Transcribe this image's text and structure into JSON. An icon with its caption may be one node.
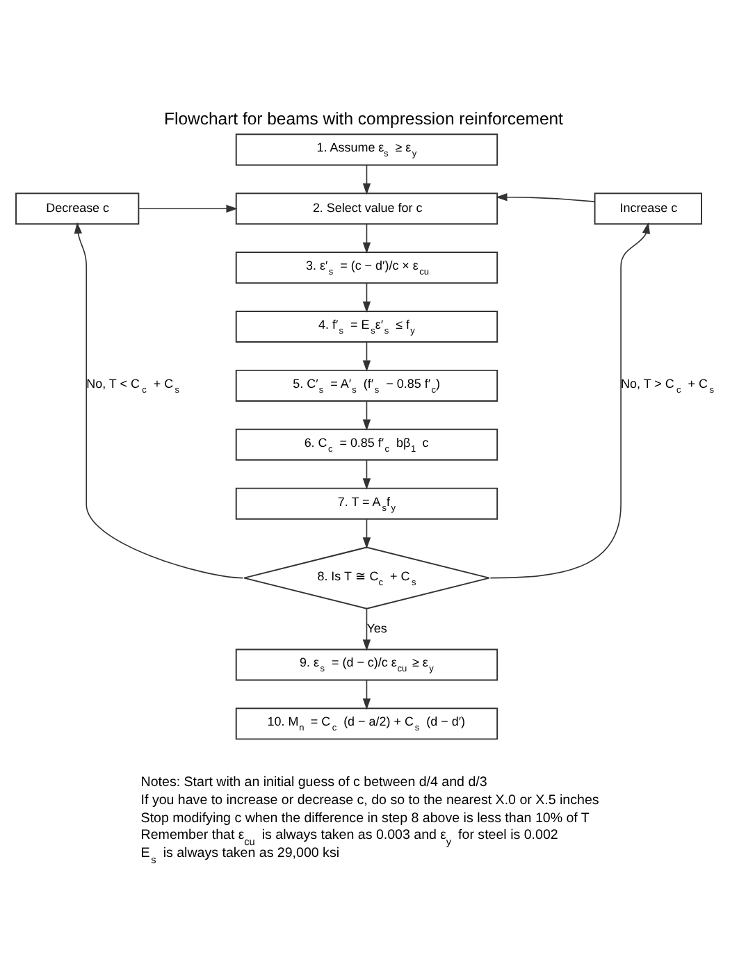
{
  "diagram": {
    "title": "Flowchart for beams with compression reinforcement",
    "nodes": [
      {
        "text": [
          "1. Assume ε$_{s}$ ≥ ε$_{y}$"
        ]
      },
      {
        "text": [
          "2. Select value for c"
        ]
      },
      {
        "text": [
          "Decrease c"
        ]
      },
      {
        "text": [
          "Increase c"
        ]
      },
      {
        "text": [
          "3. ε′$_{s}$ = (c − d′)/c × ε$_{cu}$"
        ]
      },
      {
        "text": [
          "4. f′$_{s}$ = E$_{s}$ε′$_{s}$ ≤ f$_{y}$"
        ]
      },
      {
        "text": [
          "5. C′$_{s}$ = A′$_{s}$ (f′$_{s}$ − 0.85 f′$_{c}$)"
        ]
      },
      {
        "text": [
          "6. C$_{c}$ = 0.85 f′$_{c}$ bβ$_{1}$ c"
        ]
      },
      {
        "text": [
          "7. T = A$_{s}$f$_{y}$"
        ]
      },
      {
        "text": [
          "8. Is T ≅ C$_{c}$ + C$_{s}$"
        ]
      },
      {
        "text": [
          "9. ε$_{s}$ = (d − c)/c ε$_{cu}$ ≥ ε$_{y}$"
        ]
      },
      {
        "text": [
          "10. M$_{n}$ = C$_{c}$ (d − a/2) + C$_{s}$ (d − d′)"
        ]
      }
    ],
    "edges": [
      {
        "from": 0,
        "to": 1,
        "arrow": "to"
      },
      {
        "from": 2,
        "to": 1,
        "arrow": "to"
      },
      {
        "from": 3,
        "to": 1,
        "arrow": "to"
      },
      {
        "from": 1,
        "to": 4,
        "arrow": "to"
      },
      {
        "from": 4,
        "to": 5,
        "arrow": "to"
      },
      {
        "from": 5,
        "to": 6,
        "arrow": "to"
      },
      {
        "from": 6,
        "to": 7,
        "arrow": "to"
      },
      {
        "from": 7,
        "to": 8,
        "arrow": "to"
      },
      {
        "from": 8,
        "to": 9,
        "arrow": "to"
      },
      {
        "from": 9,
        "to": 2,
        "arrow": "to",
        "label": "No, T < C$_{c}$ + C$_{s}$"
      },
      {
        "from": 9,
        "to": 3,
        "arrow": "to",
        "label": "No, T > C$_{c}$ + C$_{s}$"
      },
      {
        "from": 9,
        "to": 10,
        "arrow": "to",
        "label": "Yes"
      },
      {
        "from": 10,
        "to": 11,
        "arrow": "to"
      }
    ],
    "labels": [
      "Notes: Start with an initial guess of c between d/4 and d/3",
      "If you have to increase or decrease c, do so to the nearest X.0 or X.5 inches",
      "Stop modifying c when the difference in step 8 above is less than 10% of T",
      "Remember that ε$_{cu}$ is always taken as 0.003 and ε$_{y}$ for steel is 0.002",
      "E$_{s}$ is always taken as 29,000 ksi"
    ]
  }
}
